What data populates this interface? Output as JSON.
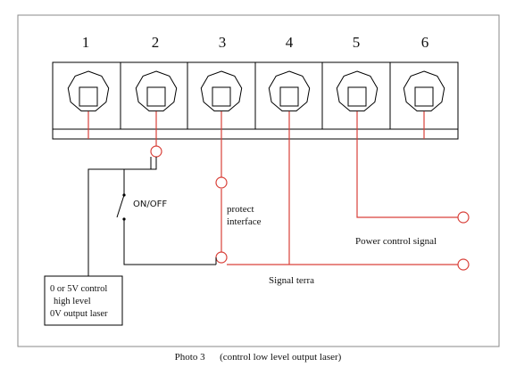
{
  "terminal_numbers": [
    "1",
    "2",
    "3",
    "4",
    "5",
    "6"
  ],
  "labels": {
    "on_off": "ON/OFF",
    "protect_interface_line1": "protect",
    "protect_interface_line2": "interface",
    "power_control_signal": "Power control signal",
    "signal_terra": "Signal terra"
  },
  "control_box": {
    "line1": "0 or 5V control",
    "line2": "high level",
    "line3": "0V  output laser"
  },
  "caption": "Photo 3      (control low level output laser)",
  "colors": {
    "wire_red": "#d9413a",
    "line_black": "#000000",
    "frame_gray": "#8a8a8a"
  }
}
